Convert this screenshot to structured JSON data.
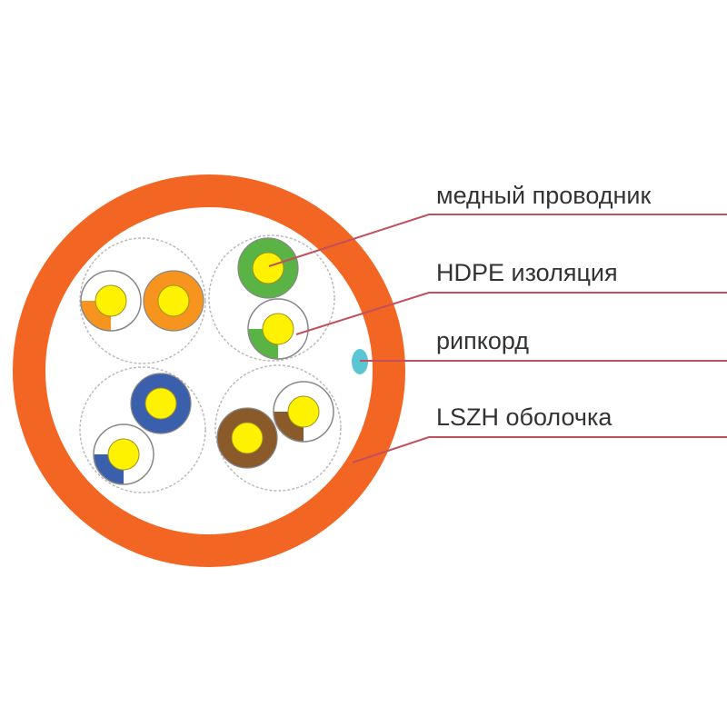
{
  "labels": {
    "conductor": "медный проводник",
    "insulation": "HDPE изоляция",
    "ripcord": "рипкорд",
    "jacket": "LSZH оболочка"
  },
  "colors": {
    "jacket": "#f26522",
    "core": "#fff200",
    "ripcord": "#5bc6d3",
    "leader": "#c2505c",
    "pairs": [
      "#f7941d",
      "#5ab345",
      "#3a5fad",
      "#8b5a2b"
    ]
  }
}
